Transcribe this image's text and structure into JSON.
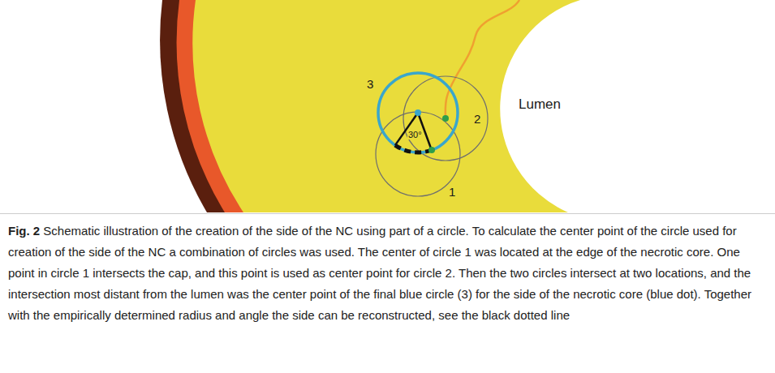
{
  "diagram": {
    "caption": "Fig. 2 Schematic illustration of the creation of the side of the NC using part of a circle. To calculate the center point of the circle used for creation of the side of the NC a combination of circles was used. The center of circle 1 was located at the edge of the necrotic core. One point in circle 1 intersects the cap, and this point is used as center point for circle 2. Then the two circles intersect at two locations, and the intersection most distant from the lumen was the center point of the final blue circle (3) for the side of the necrotic core (blue dot). Together with the empirically determined radius and angle the side can be reconstructed, see the black dotted line",
    "labels": [
      "3",
      "2",
      "30°",
      "1",
      "Lumen"
    ]
  }
}
